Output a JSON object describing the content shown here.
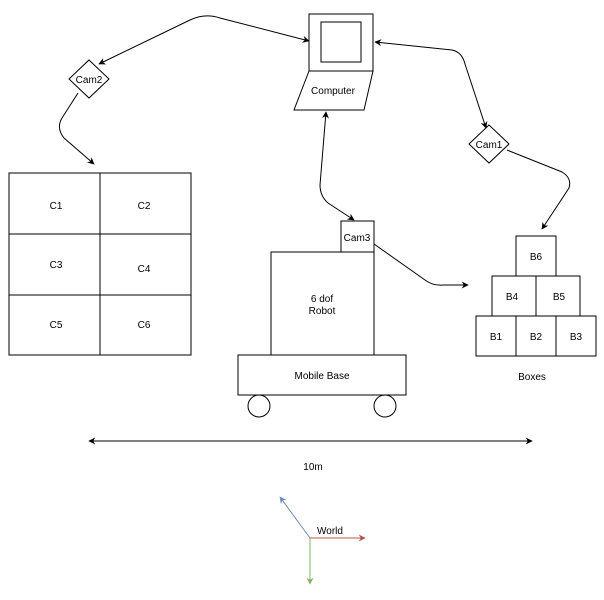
{
  "labels": {
    "computer": "Computer",
    "cam1": "Cam1",
    "cam2": "Cam2",
    "cam3": "Cam3",
    "robot_line1": "6 dof",
    "robot_line2": "Robot",
    "mobile_base": "Mobile Base",
    "boxes": "Boxes",
    "distance": "10m",
    "world": "World"
  },
  "grid_cells": [
    "C1",
    "C2",
    "C3",
    "C4",
    "C5",
    "C6"
  ],
  "boxes": [
    "B1",
    "B2",
    "B3",
    "B4",
    "B5",
    "B6"
  ],
  "colors": {
    "stroke": "#000000",
    "axis_x": "#b85450",
    "axis_y": "#82b366",
    "axis_z": "#6c8ebf"
  }
}
